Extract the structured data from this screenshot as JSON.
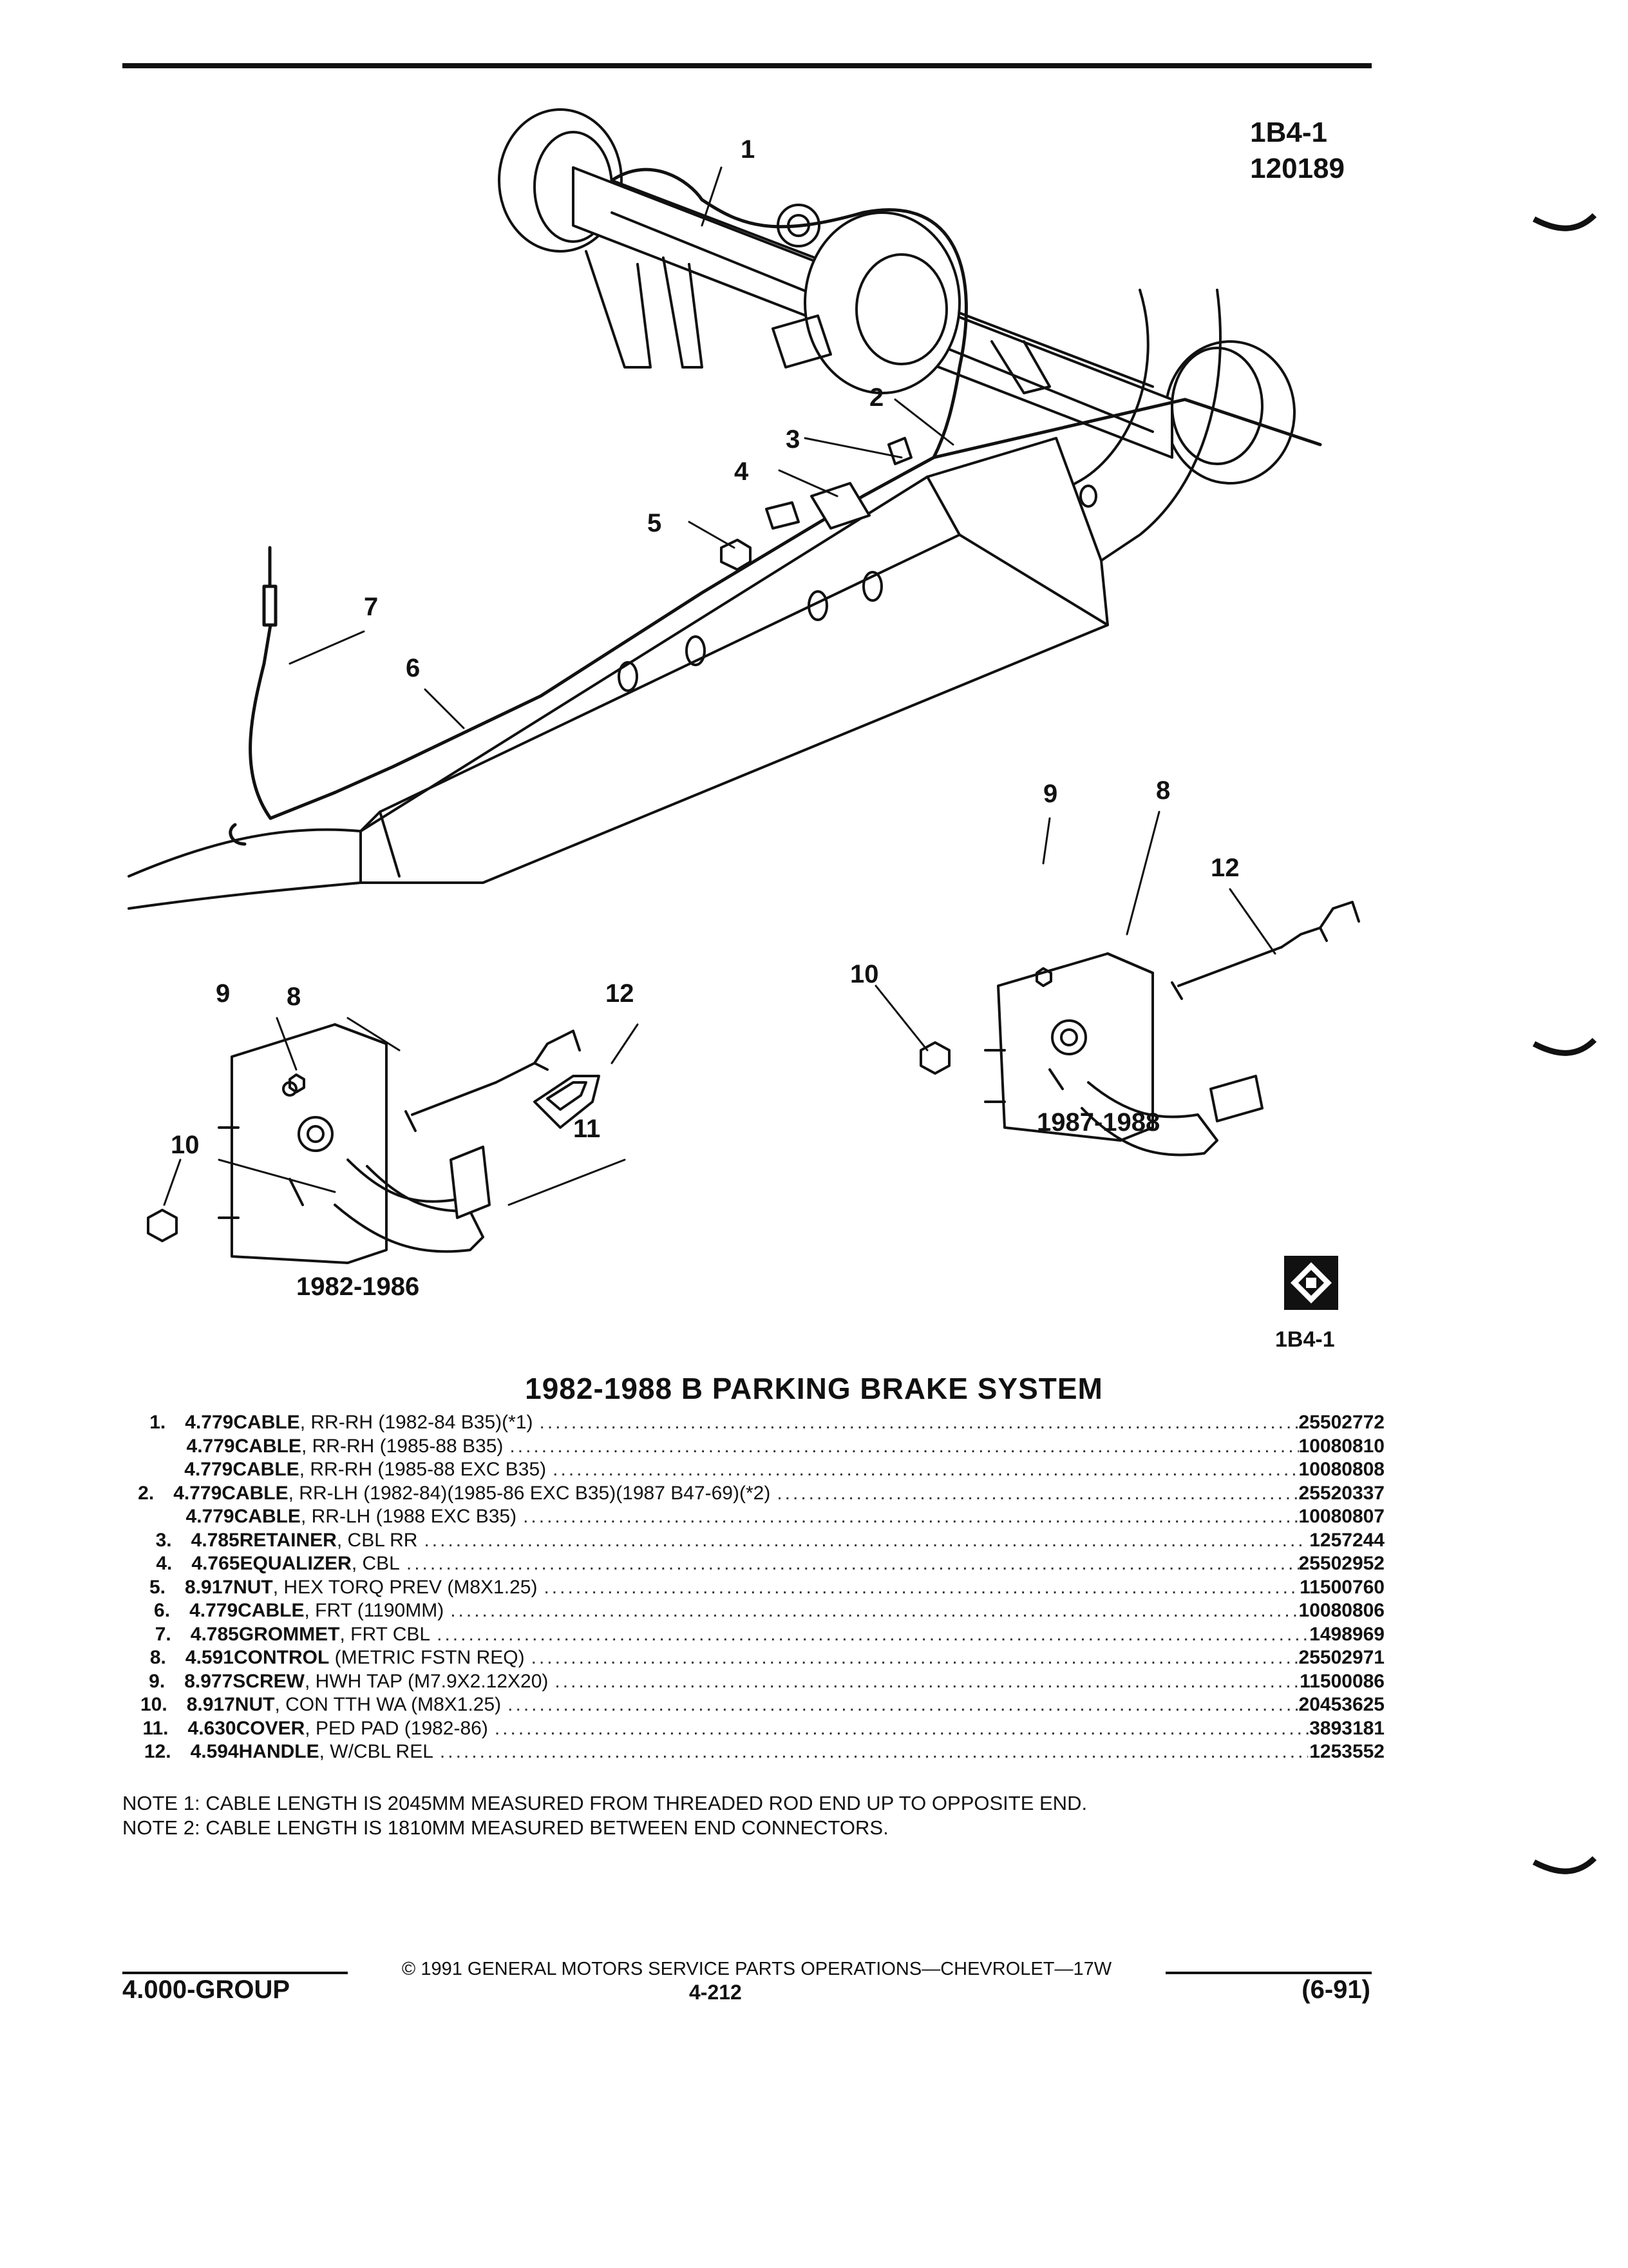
{
  "header": {
    "section": "1B4-1",
    "illustration_no": "120189"
  },
  "diagram": {
    "callouts": [
      "1",
      "2",
      "3",
      "4",
      "5",
      "6",
      "7",
      "8",
      "9",
      "10",
      "11",
      "12"
    ],
    "views": {
      "early": "1982-1986",
      "late": "1987-1988"
    }
  },
  "badge_label": "1B4-1",
  "title": "1982-1988 B PARKING BRAKE SYSTEM",
  "parts": [
    {
      "idx": "1.",
      "group": "4.779",
      "name": "CABLE",
      "detail": ", RR-RH (1982-84 B35)(*1)",
      "part_no": "25502772"
    },
    {
      "idx": "",
      "group": "4.779",
      "name": "CABLE",
      "detail": ", RR-RH (1985-88 B35)",
      "part_no": "10080810"
    },
    {
      "idx": "",
      "group": "4.779",
      "name": "CABLE",
      "detail": ", RR-RH (1985-88 EXC B35)",
      "part_no": "10080808"
    },
    {
      "idx": "2.",
      "group": "4.779",
      "name": "CABLE",
      "detail": ", RR-LH (1982-84)(1985-86 EXC B35)(1987 B47-69)(*2)",
      "part_no": "25520337"
    },
    {
      "idx": "",
      "group": "4.779",
      "name": "CABLE",
      "detail": ", RR-LH (1988 EXC B35)",
      "part_no": "10080807"
    },
    {
      "idx": "3.",
      "group": "4.785",
      "name": "RETAINER",
      "detail": ", CBL RR",
      "part_no": "1257244"
    },
    {
      "idx": "4.",
      "group": "4.765",
      "name": "EQUALIZER",
      "detail": ", CBL",
      "part_no": "25502952"
    },
    {
      "idx": "5.",
      "group": "8.917",
      "name": "NUT",
      "detail": ", HEX TORQ PREV (M8X1.25)",
      "part_no": "11500760"
    },
    {
      "idx": "6.",
      "group": "4.779",
      "name": "CABLE",
      "detail": ", FRT (1190MM)",
      "part_no": "10080806"
    },
    {
      "idx": "7.",
      "group": "4.785",
      "name": "GROMMET",
      "detail": ", FRT CBL",
      "part_no": "1498969"
    },
    {
      "idx": "8.",
      "group": "4.591",
      "name": "CONTROL",
      "detail": " (METRIC FSTN REQ)",
      "part_no": "25502971"
    },
    {
      "idx": "9.",
      "group": "8.977",
      "name": "SCREW",
      "detail": ", HWH TAP (M7.9X2.12X20)",
      "part_no": "11500086"
    },
    {
      "idx": "10.",
      "group": "8.917",
      "name": "NUT",
      "detail": ", CON TTH WA (M8X1.25)",
      "part_no": "20453625"
    },
    {
      "idx": "11.",
      "group": "4.630",
      "name": "COVER",
      "detail": ", PED PAD (1982-86)",
      "part_no": "3893181"
    },
    {
      "idx": "12.",
      "group": "4.594",
      "name": "HANDLE",
      "detail": ", W/CBL REL",
      "part_no": "1253552"
    }
  ],
  "notes": [
    "NOTE  1:  CABLE LENGTH IS 2045MM MEASURED FROM THREADED ROD END UP TO OPPOSITE END.",
    "NOTE  2:  CABLE LENGTH IS 1810MM MEASURED BETWEEN END CONNECTORS."
  ],
  "footer": {
    "copyright": "© 1991  GENERAL MOTORS SERVICE PARTS OPERATIONS—CHEVROLET—17W",
    "group": "4.000-GROUP",
    "page": "4-212",
    "date": "(6-91)"
  }
}
